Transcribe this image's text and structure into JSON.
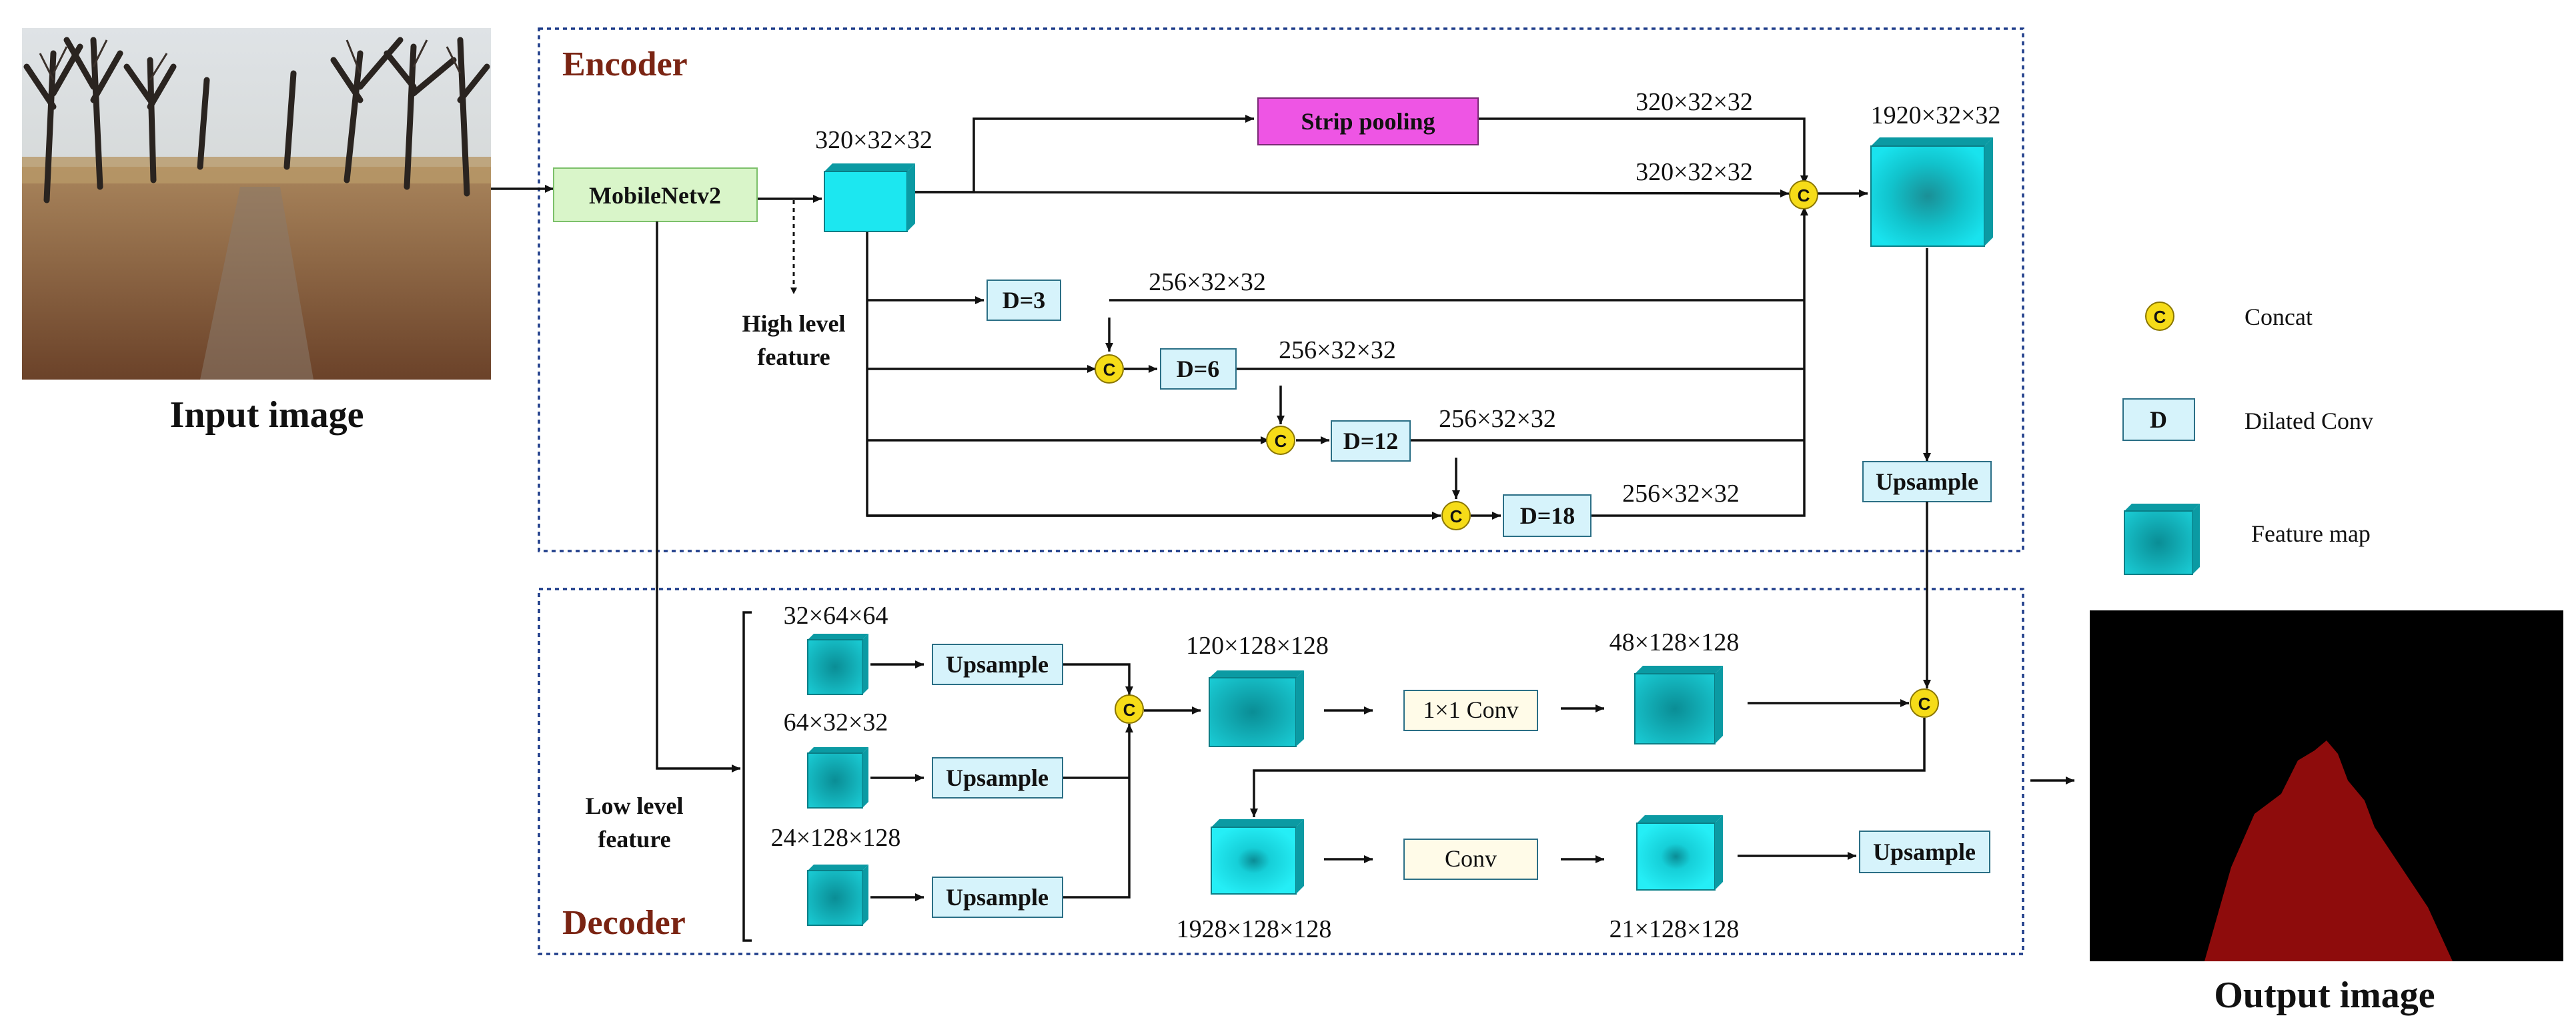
{
  "encoder": {
    "title": "Encoder",
    "backbone": "MobileNetv2",
    "backbone_out": "320×32×32",
    "high_level_feature": [
      "High level",
      "feature"
    ],
    "strip_pooling": "Strip pooling",
    "strip_out": "320×32×32",
    "skip_out": "320×32×32",
    "concat_out": "1920×32×32",
    "dilated": [
      {
        "label": "D=3",
        "out": "256×32×32"
      },
      {
        "label": "D=6",
        "out": "256×32×32"
      },
      {
        "label": "D=12",
        "out": "256×32×32"
      },
      {
        "label": "D=18",
        "out": "256×32×32"
      }
    ],
    "upsample": "Upsample"
  },
  "decoder": {
    "title": "Decoder",
    "low_level_feature": [
      "Low level",
      "feature"
    ],
    "inputs": [
      {
        "dim": "32×64×64",
        "op": "Upsample"
      },
      {
        "dim": "64×32×32",
        "op": "Upsample"
      },
      {
        "dim": "24×128×128",
        "op": "Upsample"
      }
    ],
    "fused": "120×128×128",
    "conv1x1": "1×1 Conv",
    "reduced": "48×128×128",
    "concat_out": "1928×128×128",
    "conv": "Conv",
    "final": "21×128×128",
    "upsample": "Upsample"
  },
  "captions": {
    "input": "Input image",
    "output": "Output image"
  },
  "legend": {
    "concat_symbol": "C",
    "concat": "Concat",
    "dilated_symbol": "D",
    "dilated": "Dilated Conv",
    "feature_map": "Feature map"
  },
  "colors": {
    "encoder_border": "#1f3d8a",
    "section_title": "#7a2413",
    "backbone_fill": "#d9f5c9",
    "strip_fill": "#ee55e4",
    "dilated_fill": "#d6f3fb",
    "conv_fill": "#fffbe8",
    "feature_map": "#19d6e0",
    "concat": "#f6dc18"
  }
}
